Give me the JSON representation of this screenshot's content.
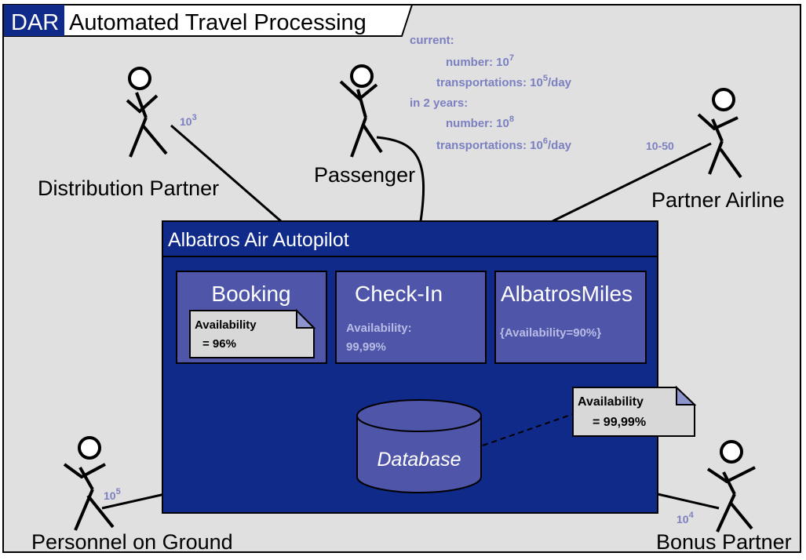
{
  "header": {
    "tag": "DAR",
    "title": "Automated Travel Processing"
  },
  "stats": {
    "current_label": "current:",
    "current_number_label": "number: 10",
    "current_number_exp": "7",
    "current_transport_label": "transportations: 10",
    "current_transport_exp": "5",
    "current_transport_unit": "/day",
    "future_label": "in 2 years:",
    "future_number_label": "number: 10",
    "future_number_exp": "8",
    "future_transport_label": "transportations: 10",
    "future_transport_exp": "6",
    "future_transport_unit": "/day"
  },
  "actors": {
    "distribution_partner": {
      "name": "Distribution Partner",
      "mult_base": "10",
      "mult_exp": "3"
    },
    "passenger": {
      "name": "Passenger"
    },
    "partner_airline": {
      "name": "Partner Airline",
      "mult": "10-50"
    },
    "personnel": {
      "name": "Personnel on Ground",
      "mult_base": "10",
      "mult_exp": "5"
    },
    "bonus_partner": {
      "name": "Bonus Partner",
      "mult_base": "10",
      "mult_exp": "4"
    }
  },
  "system": {
    "title": "Albatros Air Autopilot",
    "booking": {
      "title": "Booking",
      "note_line1": "Availability",
      "note_line2": "= 96%"
    },
    "checkin": {
      "title": "Check-In",
      "line1": "Availability:",
      "line2": "99,99%"
    },
    "miles": {
      "title": "AlbatrosMiles",
      "line1": "{Availability=90%}"
    },
    "database": {
      "label": "Database"
    },
    "db_note": {
      "line1": "Availability",
      "line2": "= 99,99%"
    }
  },
  "colors": {
    "frame_bg": "#e0e0e0",
    "system_bg": "#0f2a88",
    "component_bg": "#4f55a8",
    "accent_text": "#7b80c0",
    "note_bg": "#d8d8d8",
    "note_fold": "#8e94cc"
  }
}
